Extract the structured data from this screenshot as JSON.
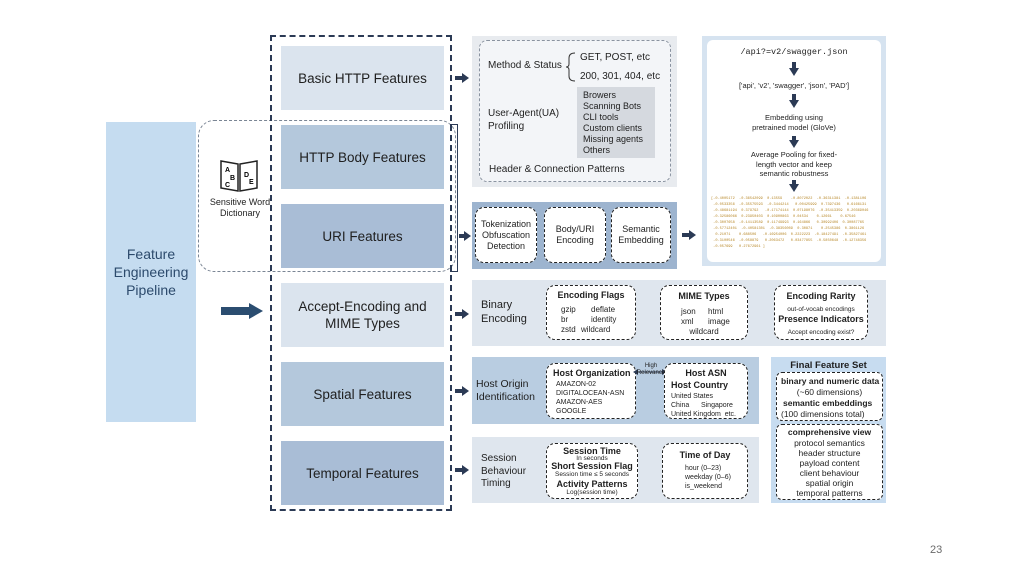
{
  "pipeline": {
    "label": "Feature\nEngineering\nPipeline"
  },
  "features": {
    "basic": "Basic HTTP Features",
    "body": "HTTP Body Features",
    "uri": "URI Features",
    "accept": "Accept-Encoding and MIME Types",
    "spatial": "Spatial Features",
    "temporal": "Temporal Features"
  },
  "dictionary": {
    "label": "Sensitive Word\nDictionary",
    "icon_letters": [
      "A",
      "B",
      "C",
      "D",
      "E"
    ]
  },
  "basic_panel": {
    "method_status": "Method & Status",
    "methods": "GET, POST, etc",
    "status_codes": "200, 301, 404, etc",
    "ua_profiling": "User-Agent(UA)\nProfiling",
    "ua_list": [
      "Browers",
      "Scanning Bots",
      "CLI tools",
      "Custom clients",
      "Missing agents",
      "Others"
    ],
    "header_patterns": "Header & Connection Patterns"
  },
  "uri_panel": {
    "tokenization": "Tokenization\nObfuscation\nDetection",
    "body_uri_encoding": "Body/URI\nEncoding",
    "semantic_embedding": "Semantic\nEmbedding"
  },
  "swagger_panel": {
    "endpoint": "/api?=v2/swagger.json",
    "tokens": "['api', 'v2', 'swagger', 'json', 'PAD']",
    "embedding": "Embedding using\npretrained model (GloVe)",
    "pooling": "Average Pooling for fixed-\nlength vector and keep\nsemantic robustness",
    "vector_rows": [
      "[-0.4005172  -0.36542099  0.13559    -0.8072022  -0.36311381  -0.1381106",
      " -0.0533356  -0.35575593  -0.3444214   0.00425999  0.7397436   0.6166131",
      " -0.48681194  0.379792   -0.17174144  0.07198076  -0.35413359  0.20369046",
      " -0.32586066  0.23950403  0.10900863  0.04534    0.12661    0.67546",
      " -0.3007658  -0.14113589  0.11749993  0.164866   0.30992406  0.30087765",
      " -0.57712401  -0.40581301  -0.38356009  0.30871    0.2545386  0.3861126",
      "  0.21071    0.688506   -0.16954006  0.2222223  -0.18427491  -0.35827461",
      " -0.3100546  -0.058879   0.2063472   0.03477855  -0.5850648  -0.12748356",
      " -0.057699   0.27672961 ]"
    ]
  },
  "accept_panel": {
    "binary_encoding": "Binary\nEncoding",
    "encoding_flags_title": "Encoding Flags",
    "encoding_flags": [
      [
        "gzip",
        "deflate"
      ],
      [
        "br",
        "identity"
      ],
      [
        "zstd",
        "wildcard"
      ]
    ],
    "mime_title": "MIME Types",
    "mime_types": [
      [
        "json",
        "html"
      ],
      [
        "xml",
        "image"
      ]
    ],
    "mime_extra": "wildcard",
    "rarity_title": "Encoding Rarity",
    "rarity_desc": "out-of-vocab encodings",
    "presence_title": "Presence Indicators",
    "presence_desc": "Accept encoding exist?"
  },
  "spatial_panel": {
    "host_origin": "Host Origin\nIdentification",
    "host_org_title": "Host Organization",
    "host_orgs": [
      "AMAZON-02",
      "DIGITALOCEAN-ASN",
      "AMAZON-AES",
      "GOOGLE"
    ],
    "relevance": "High\nRelevance",
    "host_asn_title": "Host ASN",
    "host_country_title": "Host Country",
    "countries": [
      "United States",
      "China      Singapore",
      "United Kingdom  etc."
    ]
  },
  "temporal_panel": {
    "session_timing": "Session\nBehaviour\nTiming",
    "session_time_title": "Session Time",
    "session_time_desc": "In seconds",
    "short_flag_title": "Short Session Flag",
    "short_flag_desc": "Session time ≤ 5 seconds",
    "activity_title": "Activity Patterns",
    "activity_desc": "Log(session time)",
    "time_of_day_title": "Time of Day",
    "time_of_day_items": [
      "hour (0–23)",
      "weekday (0–6)",
      "is_weekend"
    ]
  },
  "final_panel": {
    "title": "Final Feature Set",
    "box1": [
      "binary and numeric data",
      "(~60 dimensions)",
      "semantic embeddings",
      "(100 dimensions total)"
    ],
    "box2_title": "comprehensive view",
    "box2_items": [
      "protocol semantics",
      "header structure",
      "payload content",
      "client behaviour",
      "spatial origin",
      "temporal patterns"
    ]
  },
  "page_number": "23",
  "colors": {
    "arrow": "#2b3a55",
    "pipeline": "#c5dcf0",
    "vector_text": "#b8892b"
  },
  "icons": [
    "arrow-right-icon",
    "arrow-down-icon",
    "dictionary-book-icon",
    "brace-icon"
  ]
}
